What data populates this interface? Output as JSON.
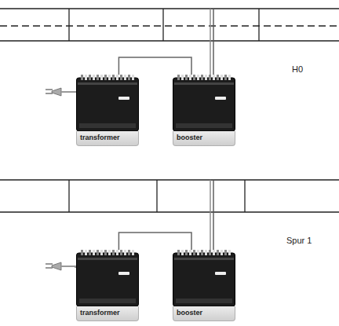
{
  "diagram": {
    "nodes": [
      {
        "text": [
          "transformer"
        ]
      },
      {
        "text": [
          "booster"
        ]
      },
      {
        "text": [
          "transformer"
        ]
      },
      {
        "text": [
          "booster"
        ]
      }
    ],
    "edges": [
      {
        "from": 0,
        "to": 1,
        "arrow": "none"
      },
      {
        "from": 2,
        "to": 3,
        "arrow": "none"
      }
    ],
    "labels": [
      "H0",
      "Spur 1"
    ]
  }
}
